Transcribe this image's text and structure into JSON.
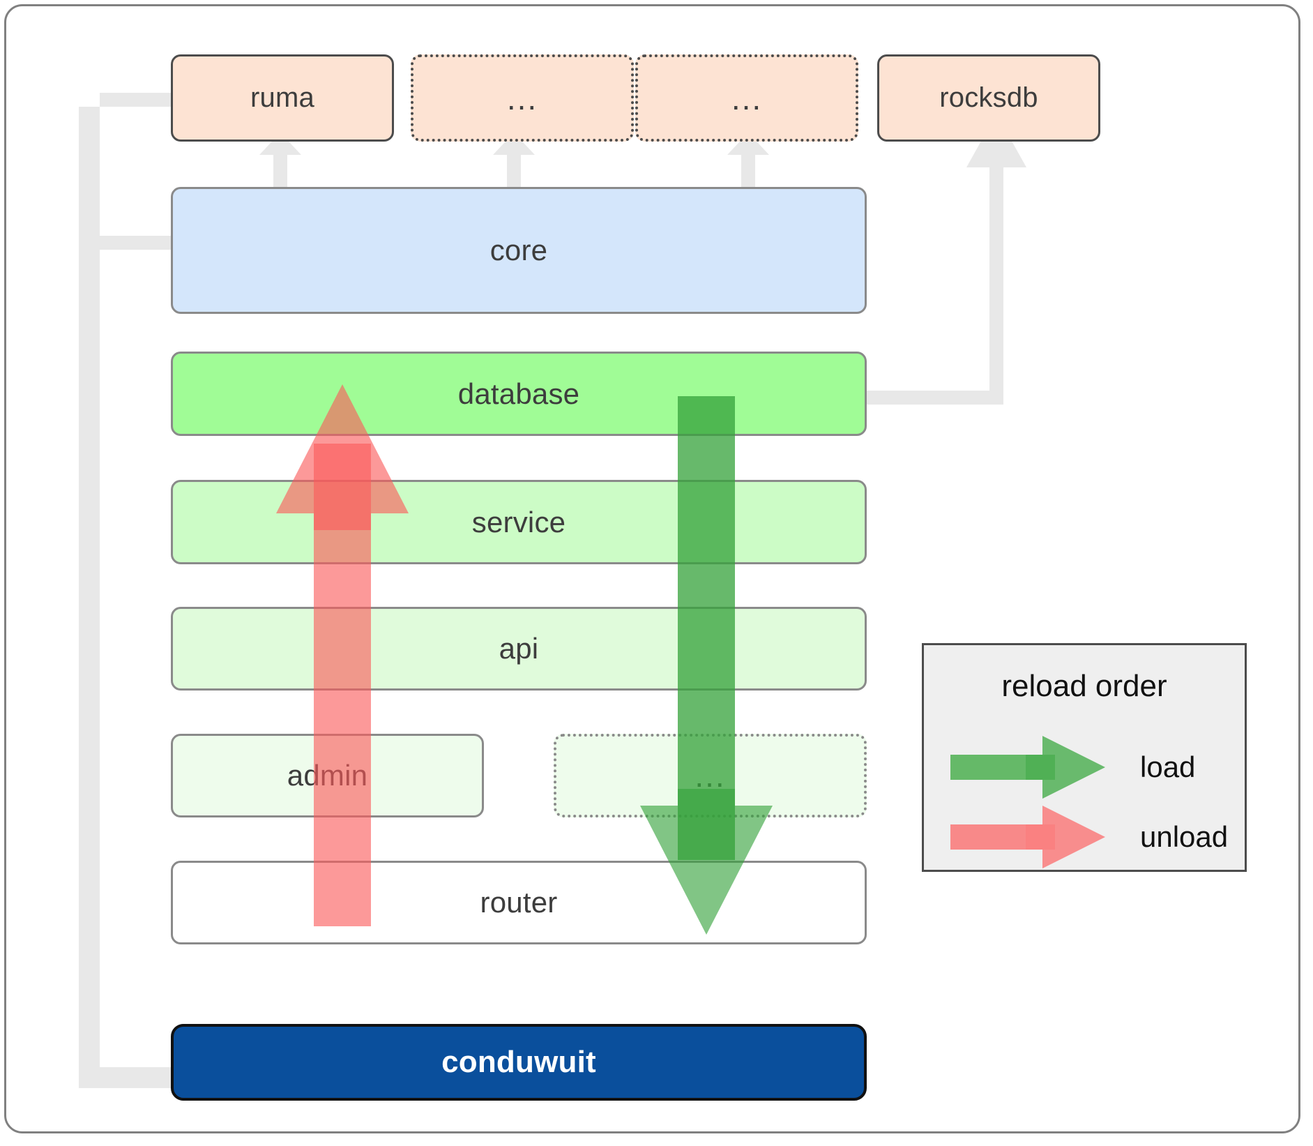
{
  "diagram": {
    "title_absent": true,
    "dependencies": [
      {
        "id": "ruma",
        "label": "ruma",
        "style": "solid",
        "fill": "#fde3d3"
      },
      {
        "id": "dep-2",
        "label": "...",
        "style": "dotted",
        "fill": "#fde3d3"
      },
      {
        "id": "dep-3",
        "label": "...",
        "style": "dotted",
        "fill": "#fde3d3"
      },
      {
        "id": "rocksdb",
        "label": "rocksdb",
        "style": "solid",
        "fill": "#fde3d3"
      }
    ],
    "core": {
      "id": "core",
      "label": "core",
      "fill": "#d4e6fb"
    },
    "layers": [
      {
        "id": "database",
        "label": "database",
        "fill": "#a0fc96",
        "style": "solid"
      },
      {
        "id": "service",
        "label": "service",
        "fill": "#ccfcc6",
        "style": "solid"
      },
      {
        "id": "api",
        "label": "api",
        "fill": "#e0fbdb",
        "style": "solid"
      },
      {
        "id": "admin",
        "label": "admin",
        "fill": "#eefcec",
        "style": "solid"
      },
      {
        "id": "layer-extra",
        "label": "...",
        "fill": "#eefcec",
        "style": "dotted"
      },
      {
        "id": "router",
        "label": "router",
        "fill": "#ffffff",
        "style": "solid"
      }
    ],
    "root": {
      "id": "conduwuit",
      "label": "conduwuit",
      "fill": "#0a4f9c",
      "text_color": "#ffffff"
    }
  },
  "legend": {
    "title": "reload order",
    "items": [
      {
        "id": "load",
        "label": "load",
        "color": "#4caf50",
        "direction": "down"
      },
      {
        "id": "unload",
        "label": "unload",
        "color": "#f98080",
        "direction": "up"
      }
    ]
  },
  "colors": {
    "frame_border": "#808080",
    "connector_grey": "#e8e8e8",
    "load_green": "#4caf50",
    "load_green_dark": "#34a13a",
    "unload_red": "#f98080",
    "unload_red_dark": "#fa5a5a",
    "dep_fill": "#fde3d3",
    "core_fill": "#d4e6fb",
    "root_fill": "#0a4f9c",
    "legend_bg": "#efefef"
  }
}
